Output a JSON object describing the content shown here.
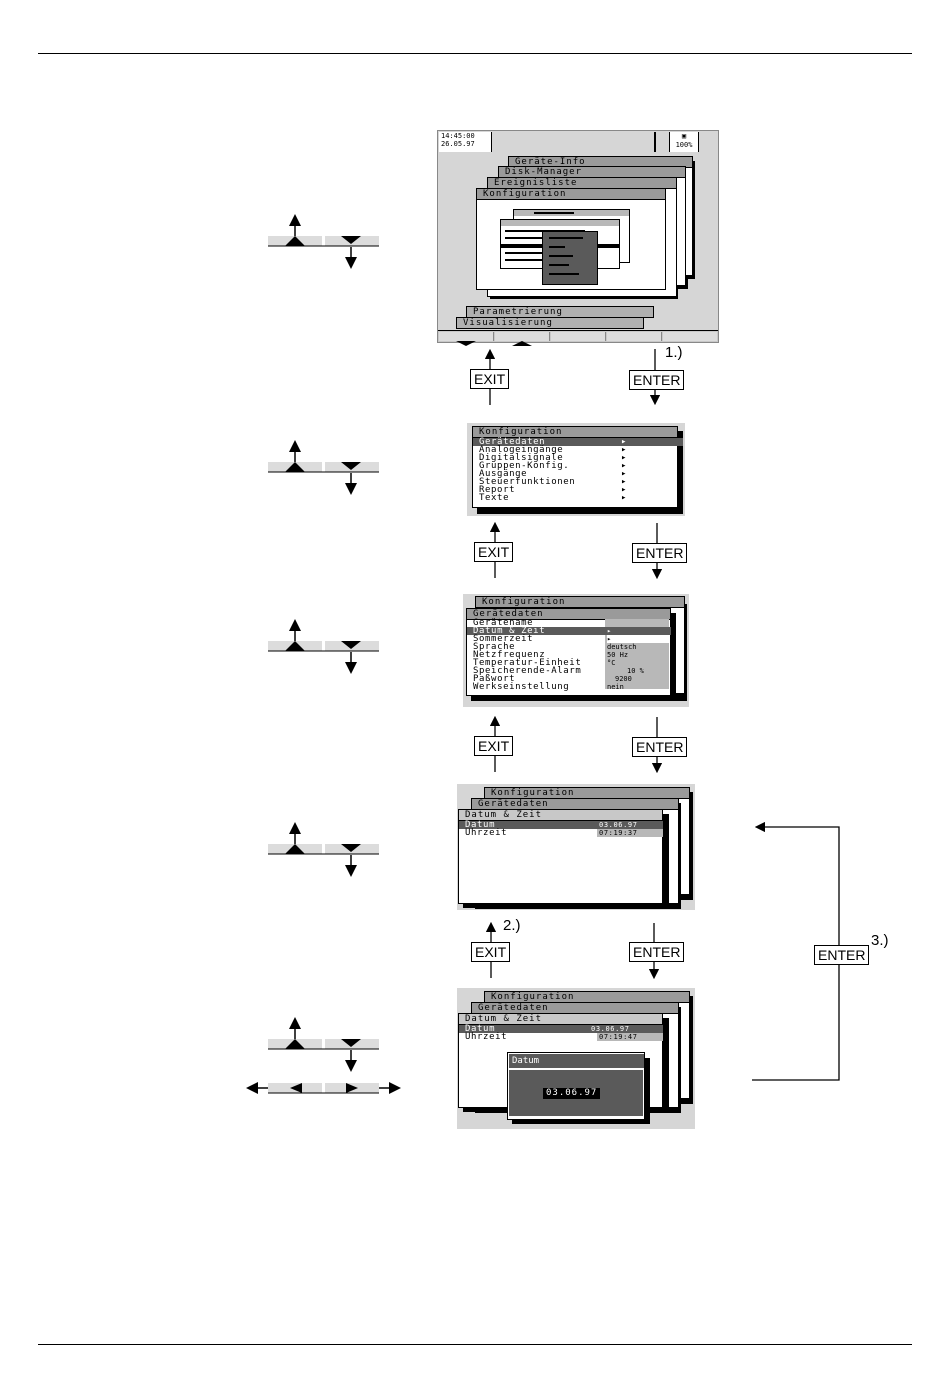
{
  "screen1": {
    "time": "14:45:00",
    "date": "26.05.97",
    "disk_pct": "100%",
    "stack": [
      "Geräte-Info",
      "Disk-Manager",
      "Ereignisliste",
      "Konfiguration"
    ],
    "bottom_menus": [
      "Parametrierung",
      "Visualisierung"
    ]
  },
  "screen2": {
    "title": "Konfiguration",
    "items": [
      "Gerätedaten",
      "Analogeingänge",
      "Digitalsignale",
      "Gruppen-Konfig.",
      "Ausgänge",
      "Steuerfunktionen",
      "Report",
      "Texte"
    ]
  },
  "screen3": {
    "back_title": "Konfiguration",
    "title": "Gerätedaten",
    "items": [
      {
        "label": "Gerätename",
        "value": ""
      },
      {
        "label": "Datum & Zeit",
        "value": "▸"
      },
      {
        "label": "Sommerzeit",
        "value": "▸"
      },
      {
        "label": "Sprache",
        "value": "deutsch"
      },
      {
        "label": "Netzfrequenz",
        "value": "50 Hz"
      },
      {
        "label": "Temperatur-Einheit",
        "value": "°C"
      },
      {
        "label": "Speicherende-Alarm",
        "value": "10 %"
      },
      {
        "label": "Paßwort",
        "value": "9200"
      },
      {
        "label": "Werkseinstellung",
        "value": "nein"
      }
    ]
  },
  "screen4": {
    "titles": [
      "Konfiguration",
      "Gerätedaten",
      "Datum & Zeit"
    ],
    "rows": [
      {
        "label": "Datum",
        "value": "03.06.97"
      },
      {
        "label": "Uhrzeit",
        "value": "07:19:37"
      }
    ]
  },
  "screen5": {
    "titles": [
      "Konfiguration",
      "Gerätedaten",
      "Datum & Zeit"
    ],
    "rows": [
      {
        "label": "Datum",
        "value": "03.06.97"
      },
      {
        "label": "Uhrzeit",
        "value": "07:19:47"
      }
    ],
    "dialog_title": "Datum",
    "dialog_value": "03.06.97"
  },
  "keys": {
    "exit": "EXIT",
    "enter": "ENTER"
  },
  "notes": {
    "n1": "1.)",
    "n2": "2.)",
    "n3": "3.)"
  }
}
